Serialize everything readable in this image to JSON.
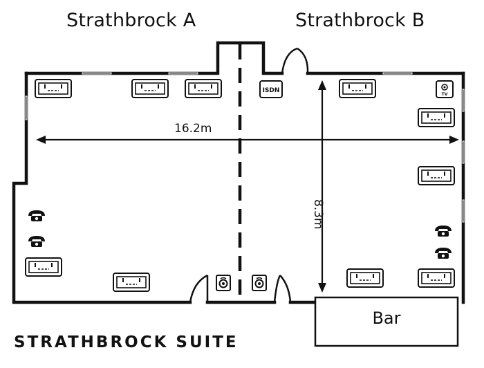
{
  "rooms": {
    "a": "Strathbrock A",
    "b": "Strathbrock B"
  },
  "suite_name": "STRATHBROCK SUITE",
  "bar": "Bar",
  "dimensions": {
    "width": "16.2m",
    "depth": "8.3m"
  },
  "icons": {
    "isdn": "ISDN",
    "tv": "TV",
    "power_socket": "double-power-socket-icon",
    "phone": "telephone-icon",
    "speaker": "speaker-outlet-icon"
  }
}
